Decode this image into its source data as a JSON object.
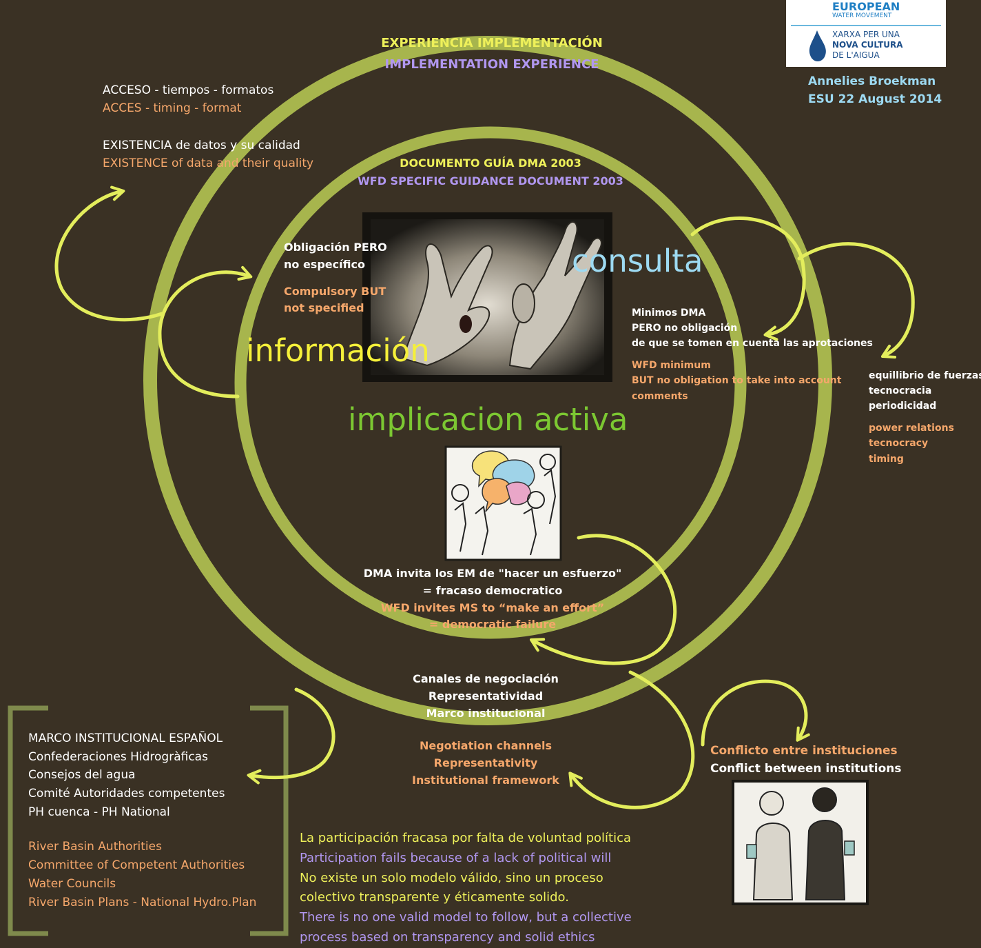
{
  "logo": {
    "line1": "EUROPEAN",
    "line2": "WATER MOVEMENT",
    "line3": "XARXA PER UNA",
    "line4": "NOVA CULTURA",
    "line5": "DE L'AIGUA"
  },
  "author": {
    "name": "Annelies Broekman",
    "event": "ESU 22 August 2014"
  },
  "outer_ring": {
    "title_es": "EXPERIENCIA IMPLEMENTACIÓN",
    "title_en": "IMPLEMENTATION EXPERIENCE"
  },
  "inner_ring": {
    "title_es": "DOCUMENTO GUÍA DMA 2003",
    "title_en": "WFD SPECIFIC GUIDANCE DOCUMENT 2003"
  },
  "access": {
    "es": "ACCESO - tiempos -  formatos",
    "en": "ACCES - timing - format"
  },
  "existence": {
    "es": "EXISTENCIA de datos y su calidad",
    "en": "EXISTENCE of data and their quality"
  },
  "obligation": {
    "es1": "Obligación PERO",
    "es2": "no específico",
    "en1": "Compulsory BUT",
    "en2": "not specified"
  },
  "labels": {
    "informacion": "información",
    "consulta": "consulta",
    "implicacion": "implicacion activa"
  },
  "minimos": {
    "es1": "Minimos DMA",
    "es2": "PERO no obligación",
    "es3": "de que se tomen en cuenta las aprotaciones",
    "en1": "WFD minimum",
    "en2": " BUT no obligation to take into account",
    "en3": "comments"
  },
  "equilibrio": {
    "es1": "equillibrio de fuerzas",
    "es2": "tecnocracia",
    "es3": "periodicidad",
    "en1": "power relations",
    "en2": "tecnocracy",
    "en3": "timing"
  },
  "dma": {
    "es1": "DMA invita los EM de \"hacer un esfuerzo\"",
    "es2": "= fracaso democratico",
    "en1": "WFD invites MS to “make an effort”",
    "en2": "= democratic failure"
  },
  "canales": {
    "es1": "Canales de negociación",
    "es2": "Representatividad",
    "es3": "Marco institucional",
    "en1": "Negotiation channels",
    "en2": "Representativity",
    "en3": "Institutional framework"
  },
  "marco": {
    "es1": "MARCO INSTITUCIONAL ESPAÑOL",
    "es2": "Confederaciones Hidrogràficas",
    "es3": "Consejos del agua",
    "es4": "Comité Autoridades competentes",
    "es5": "PH cuenca - PH National",
    "en1": "River Basin Authorities",
    "en2": "Committee of Competent Authorities",
    "en3": "Water Councils",
    "en4": "River Basin Plans - National Hydro.Plan"
  },
  "conflict": {
    "es": "Conflicto entre instituciones",
    "en": "Conflict between institutions"
  },
  "conclusion": {
    "l1": "La participación fracasa por falta de voluntad política",
    "l2": "Participation fails because of a lack of political will",
    "l3": "No existe un solo modelo válido, sino un proceso",
    "l4": "colectivo transparente y éticamente solido.",
    "l5": "There is no one valid model to follow, but a collective",
    "l6": "process based on transparency and solid ethics"
  },
  "colors": {
    "background": "#3a3124",
    "ring": "#a7b54d",
    "arrow": "#e3ed5c",
    "white_text": "#ffffff",
    "orange_text": "#f5a76b",
    "yellow_text": "#eef05a",
    "purple_text": "#b197f0",
    "cyan_text": "#9ddaf2",
    "green_text": "#7cc832"
  }
}
